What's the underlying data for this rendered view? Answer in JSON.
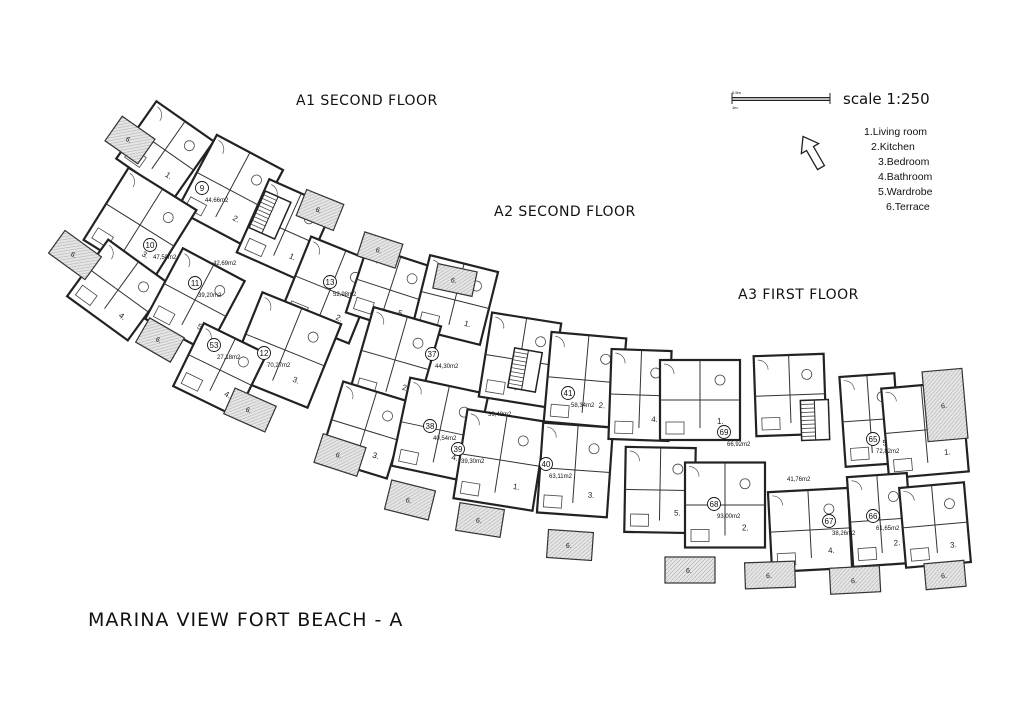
{
  "drawing": {
    "title": "MARINA VIEW FORT BEACH - A",
    "scale": "scale 1:250",
    "scale_bar": {
      "label_top": "0.5m",
      "label_bottom": "1m"
    },
    "sections": [
      {
        "label": "A1  SECOND FLOOR"
      },
      {
        "label": "A2  SECOND FLOOR"
      },
      {
        "label": "A3  FIRST FLOOR"
      }
    ],
    "legend": [
      "1.Living room",
      "2.Kitchen",
      "3.Bedroom",
      "4.Bathroom",
      "5.Wardrobe",
      "6.Terrace"
    ],
    "units": [
      {
        "number": "9",
        "area": "44,66m2"
      },
      {
        "number": "10",
        "area": "47,50m2"
      },
      {
        "number": "11",
        "area": "39,20m2"
      },
      {
        "number": "12",
        "area": "70,27m2"
      },
      {
        "number": "13",
        "area": "52,98m2"
      },
      {
        "number": "53",
        "area": "27,18m2"
      },
      {
        "number": "37",
        "area": "44,30m2"
      },
      {
        "number": "38",
        "area": "40,54m2"
      },
      {
        "number": "39",
        "area": "39,30m2"
      },
      {
        "number": "40",
        "area": "63,11m2"
      },
      {
        "number": "41",
        "area": "58,34m2"
      },
      {
        "number": "65",
        "area": "72,82m2"
      },
      {
        "number": "66",
        "area": "61,65m2"
      },
      {
        "number": "67",
        "area": "38,26m2"
      },
      {
        "number": "68",
        "area": "93,00m2"
      },
      {
        "number": "69",
        "area": "66,92m2"
      }
    ],
    "corridors": [
      {
        "area": "42,69m2"
      },
      {
        "area": "39,49m2"
      },
      {
        "area": "41,76m2"
      }
    ],
    "room_numbers": [
      "1.",
      "2.",
      "3.",
      "4.",
      "5.",
      "6."
    ]
  }
}
